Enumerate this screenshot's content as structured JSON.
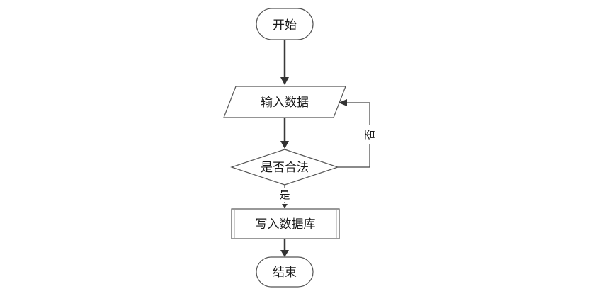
{
  "diagram": {
    "type": "flowchart",
    "nodes": {
      "start": {
        "label": "开始",
        "shape": "terminator"
      },
      "input": {
        "label": "输入数据",
        "shape": "parallelogram"
      },
      "check": {
        "label": "是否合法",
        "shape": "decision"
      },
      "write": {
        "label": "写入数据库",
        "shape": "process"
      },
      "end": {
        "label": "结束",
        "shape": "terminator"
      }
    },
    "edges": {
      "yes_label": "是",
      "no_label": "否"
    },
    "colors": {
      "stroke": "#555555",
      "connector": "#3a3a3a",
      "background": "#ffffff"
    }
  }
}
